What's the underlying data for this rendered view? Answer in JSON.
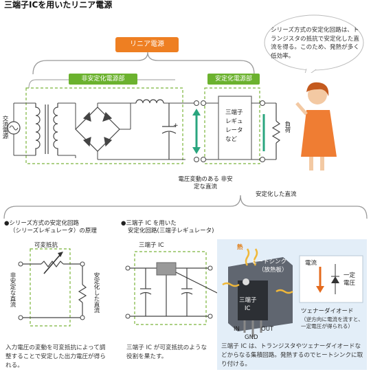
{
  "title": "三端子ICを用いたリニア電源",
  "top": {
    "linear_label": "リニア電源",
    "unstable_label": "非安定化電源部",
    "stable_label": "安定化電源部",
    "ac_label": "交流電源",
    "regulator_label": "三端子 レギュ レータ など",
    "load_label": "負荷",
    "varying_dc": "電圧変動のある 非安定な直流",
    "stable_dc": "安定化した直流",
    "plus": "+"
  },
  "bubble": "シリーズ方式の安定化回路は、トランジスタの抵抗で安定化した直流を得る。このため、発熱が多く低効率。",
  "left_section": {
    "heading1": "●シリーズ方式の安定化回路",
    "heading2": "（シリーズレギュレータ）の原理",
    "variable_resistor": "可変抵抗",
    "unstable_dc": "非安定な直流",
    "stable_dc": "安定化した直流",
    "caption": "入力電圧の変動を可変抵抗によって調整することで安定した出力電圧が得られる。"
  },
  "mid_section": {
    "heading1": "●三端子 IC を用いた",
    "heading2": "安定化回路(三端子レギュレータ)",
    "ic_label": "三端子 IC",
    "caption": "三端子 IC が可変抵抗のような役割を果たす。"
  },
  "right_section": {
    "heat": "熱",
    "heatsink1": "ヒートシンク",
    "heatsink2": "（放熱板）",
    "chip_label1": "三端子",
    "chip_label2": "IC",
    "pin_in": "IN",
    "pin_gnd": "GND",
    "pin_out": "OUT",
    "current": "電流",
    "const_voltage": "一定 電圧",
    "zener_title": "ツェナーダイオード",
    "zener_desc": "（逆方向に電流を流すと、一定電圧が得られる）",
    "caption": "三端子 IC は、トランジスタやツェナーダイオードなどからなる集積回路。発熱するのでヒートシンクに取り付ける。"
  },
  "colors": {
    "orange": "#ee7f22",
    "green": "#6bb22e",
    "teal": "#2aa57e",
    "panel": "#e3eef8"
  }
}
